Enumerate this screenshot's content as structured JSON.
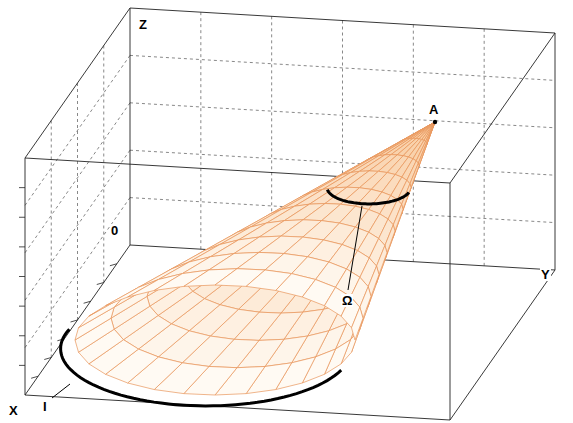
{
  "diagram": {
    "labels": [
      "Z",
      "A",
      "0",
      "Y",
      "Ω",
      "X",
      "I"
    ]
  }
}
